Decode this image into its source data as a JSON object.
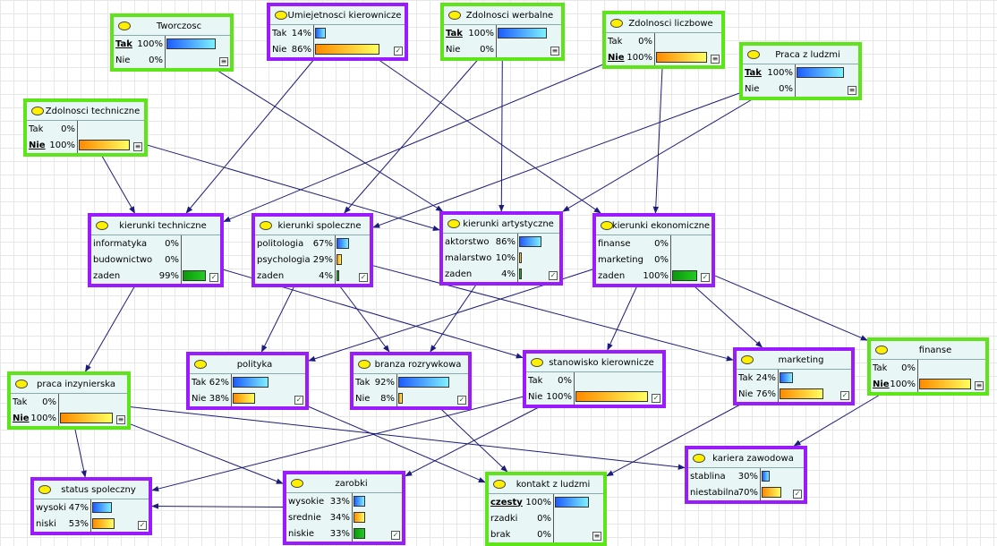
{
  "nodes": [
    {
      "id": "tworczosc",
      "title": "Tworczosc",
      "evidence": true,
      "states": [
        {
          "name": "Tak",
          "pct": "100%",
          "value": 100,
          "color": "blue",
          "selected": true
        },
        {
          "name": "Nie",
          "pct": "0%",
          "value": 0,
          "color": "orange"
        }
      ],
      "icon": "observed-icon"
    },
    {
      "id": "umiejetnosci",
      "title": "Umiejetnosci kierownicze",
      "evidence": false,
      "states": [
        {
          "name": "Tak",
          "pct": "14%",
          "value": 14,
          "color": "blue"
        },
        {
          "name": "Nie",
          "pct": "86%",
          "value": 86,
          "color": "orange"
        }
      ],
      "icon": "check-icon"
    },
    {
      "id": "werbalne",
      "title": "Zdolnosci werbalne",
      "evidence": true,
      "states": [
        {
          "name": "Tak",
          "pct": "100%",
          "value": 100,
          "color": "blue",
          "selected": true
        },
        {
          "name": "Nie",
          "pct": "0%",
          "value": 0,
          "color": "orange"
        }
      ],
      "icon": "observed-icon"
    },
    {
      "id": "liczbowe",
      "title": "Zdolnosci liczbowe",
      "evidence": true,
      "states": [
        {
          "name": "Tak",
          "pct": "0%",
          "value": 0,
          "color": "blue"
        },
        {
          "name": "Nie",
          "pct": "100%",
          "value": 100,
          "color": "orange",
          "selected": true
        }
      ],
      "icon": "observed-icon"
    },
    {
      "id": "ludzmi",
      "title": "Praca z ludzmi",
      "evidence": true,
      "states": [
        {
          "name": "Tak",
          "pct": "100%",
          "value": 100,
          "color": "blue",
          "selected": true
        },
        {
          "name": "Nie",
          "pct": "0%",
          "value": 0,
          "color": "orange"
        }
      ],
      "icon": "observed-icon"
    },
    {
      "id": "techniczne",
      "title": "Zdolnosci techniczne",
      "evidence": true,
      "states": [
        {
          "name": "Tak",
          "pct": "0%",
          "value": 0,
          "color": "blue"
        },
        {
          "name": "Nie",
          "pct": "100%",
          "value": 100,
          "color": "orange",
          "selected": true
        }
      ],
      "icon": "observed-icon"
    },
    {
      "id": "ktech",
      "title": "kierunki techniczne",
      "evidence": false,
      "states": [
        {
          "name": "informatyka",
          "pct": "0%",
          "value": 0,
          "color": "blue"
        },
        {
          "name": "budownictwo",
          "pct": "0%",
          "value": 0,
          "color": "orange"
        },
        {
          "name": "zaden",
          "pct": "99%",
          "value": 99,
          "color": "green"
        }
      ],
      "icon": "check-icon"
    },
    {
      "id": "kspol",
      "title": "kierunki spoleczne",
      "evidence": false,
      "states": [
        {
          "name": "politologia",
          "pct": "67%",
          "value": 67,
          "color": "blue"
        },
        {
          "name": "psychologia",
          "pct": "29%",
          "value": 29,
          "color": "orange"
        },
        {
          "name": "zaden",
          "pct": "4%",
          "value": 4,
          "color": "green"
        }
      ],
      "icon": "check-icon"
    },
    {
      "id": "kart",
      "title": "kierunki artystyczne",
      "evidence": false,
      "states": [
        {
          "name": "aktorstwo",
          "pct": "86%",
          "value": 86,
          "color": "blue"
        },
        {
          "name": "malarstwo",
          "pct": "10%",
          "value": 10,
          "color": "orange"
        },
        {
          "name": "zaden",
          "pct": "4%",
          "value": 4,
          "color": "green"
        }
      ],
      "icon": "check-icon"
    },
    {
      "id": "kekon",
      "title": "kierunki ekonomiczne",
      "evidence": false,
      "states": [
        {
          "name": "finanse",
          "pct": "0%",
          "value": 0,
          "color": "blue"
        },
        {
          "name": "marketing",
          "pct": "0%",
          "value": 0,
          "color": "orange"
        },
        {
          "name": "zaden",
          "pct": "100%",
          "value": 100,
          "color": "green"
        }
      ],
      "icon": "check-icon"
    },
    {
      "id": "polityka",
      "title": "polityka",
      "evidence": false,
      "states": [
        {
          "name": "Tak",
          "pct": "62%",
          "value": 62,
          "color": "blue"
        },
        {
          "name": "Nie",
          "pct": "38%",
          "value": 38,
          "color": "orange"
        }
      ],
      "icon": "check-icon"
    },
    {
      "id": "branza",
      "title": "branza rozrywkowa",
      "evidence": false,
      "states": [
        {
          "name": "Tak",
          "pct": "92%",
          "value": 92,
          "color": "blue"
        },
        {
          "name": "Nie",
          "pct": "8%",
          "value": 8,
          "color": "orange"
        }
      ],
      "icon": "check-icon"
    },
    {
      "id": "stanowisko",
      "title": "stanowisko kierownicze",
      "evidence": false,
      "states": [
        {
          "name": "Tak",
          "pct": "0%",
          "value": 0,
          "color": "blue"
        },
        {
          "name": "Nie",
          "pct": "100%",
          "value": 100,
          "color": "orange"
        }
      ],
      "icon": "check-icon"
    },
    {
      "id": "marketing",
      "title": "marketing",
      "evidence": false,
      "states": [
        {
          "name": "Tak",
          "pct": "24%",
          "value": 24,
          "color": "blue"
        },
        {
          "name": "Nie",
          "pct": "76%",
          "value": 76,
          "color": "orange"
        }
      ],
      "icon": "check-icon"
    },
    {
      "id": "finanse",
      "title": "finanse",
      "evidence": true,
      "states": [
        {
          "name": "Tak",
          "pct": "0%",
          "value": 0,
          "color": "blue"
        },
        {
          "name": "Nie",
          "pct": "100%",
          "value": 100,
          "color": "orange",
          "selected": true
        }
      ],
      "icon": "observed-icon"
    },
    {
      "id": "praca",
      "title": "praca inzynierska",
      "evidence": true,
      "states": [
        {
          "name": "Tak",
          "pct": "0%",
          "value": 0,
          "color": "blue"
        },
        {
          "name": "Nie",
          "pct": "100%",
          "value": 100,
          "color": "orange",
          "selected": true
        }
      ],
      "icon": "observed-icon"
    },
    {
      "id": "status",
      "title": "status spoleczny",
      "evidence": false,
      "states": [
        {
          "name": "wysoki",
          "pct": "47%",
          "value": 47,
          "color": "blue"
        },
        {
          "name": "niski",
          "pct": "53%",
          "value": 53,
          "color": "orange"
        }
      ],
      "icon": "check-icon"
    },
    {
      "id": "zarobki",
      "title": "zarobki",
      "evidence": false,
      "states": [
        {
          "name": "wysokie",
          "pct": "33%",
          "value": 33,
          "color": "blue"
        },
        {
          "name": "srednie",
          "pct": "34%",
          "value": 34,
          "color": "orange"
        },
        {
          "name": "niskie",
          "pct": "33%",
          "value": 33,
          "color": "green"
        }
      ],
      "icon": "check-icon"
    },
    {
      "id": "kontakt",
      "title": "kontakt z ludzmi",
      "evidence": true,
      "states": [
        {
          "name": "czesty",
          "pct": "100%",
          "value": 100,
          "color": "blue",
          "selected": true
        },
        {
          "name": "rzadki",
          "pct": "0%",
          "value": 0,
          "color": "orange"
        },
        {
          "name": "brak",
          "pct": "0%",
          "value": 0,
          "color": "green"
        }
      ],
      "icon": "observed-icon"
    },
    {
      "id": "kariera",
      "title": "kariera zawodowa",
      "evidence": false,
      "states": [
        {
          "name": "stablina",
          "pct": "30%",
          "value": 30,
          "color": "blue"
        },
        {
          "name": "niestabilna",
          "pct": "70%",
          "value": 70,
          "color": "orange"
        }
      ],
      "icon": "check-icon"
    }
  ],
  "edges": [
    [
      "tworczosc",
      "kart"
    ],
    [
      "umiejetnosci",
      "ktech"
    ],
    [
      "umiejetnosci",
      "kekon"
    ],
    [
      "werbalne",
      "kspol"
    ],
    [
      "werbalne",
      "kart"
    ],
    [
      "liczbowe",
      "ktech"
    ],
    [
      "liczbowe",
      "kekon"
    ],
    [
      "ludzmi",
      "kspol"
    ],
    [
      "ludzmi",
      "kart"
    ],
    [
      "techniczne",
      "ktech"
    ],
    [
      "techniczne",
      "kart"
    ],
    [
      "ktech",
      "praca"
    ],
    [
      "ktech",
      "stanowisko"
    ],
    [
      "kspol",
      "polityka"
    ],
    [
      "kspol",
      "branza"
    ],
    [
      "kspol",
      "marketing"
    ],
    [
      "kart",
      "branza"
    ],
    [
      "kekon",
      "polityka"
    ],
    [
      "kekon",
      "stanowisko"
    ],
    [
      "kekon",
      "marketing"
    ],
    [
      "kekon",
      "finanse"
    ],
    [
      "praca",
      "status"
    ],
    [
      "praca",
      "zarobki"
    ],
    [
      "praca",
      "kariera"
    ],
    [
      "polityka",
      "kontakt"
    ],
    [
      "branza",
      "kontakt"
    ],
    [
      "stanowisko",
      "status"
    ],
    [
      "stanowisko",
      "zarobki"
    ],
    [
      "marketing",
      "kontakt"
    ],
    [
      "finanse",
      "kariera"
    ],
    [
      "zarobki",
      "status"
    ]
  ]
}
